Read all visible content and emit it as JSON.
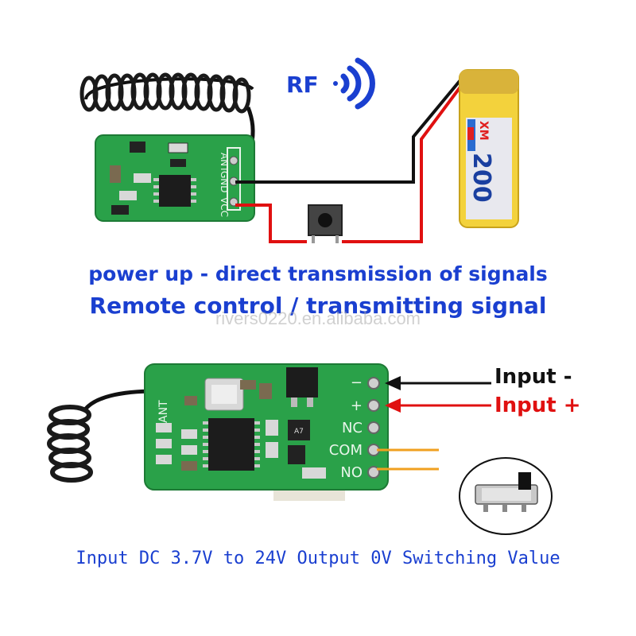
{
  "top_diagram": {
    "rf_label": "RF",
    "board_pins": [
      "ANT",
      "GND",
      "VCC"
    ],
    "battery_text": "200",
    "battery_brand": "XM"
  },
  "captions": {
    "line1": "power up - direct transmission of signals",
    "line2": "Remote control / transmitting signal"
  },
  "watermark": "rivers0220.en.alibaba.com",
  "bottom_diagram": {
    "ant_label": "ANT",
    "pin_labels": [
      "−",
      "+",
      "NC",
      "COM",
      "NO"
    ],
    "input_minus": "Input -",
    "input_plus": "Input +",
    "regulator_text": "A7"
  },
  "bottom_caption": "Input DC 3.7V to 24V  Output 0V Switching Value",
  "colors": {
    "caption_blue": "#1a3fd0",
    "pcb_green": "#2aa149",
    "wire_red": "#e01010",
    "wire_black": "#111111",
    "wire_orange": "#f0a020"
  }
}
